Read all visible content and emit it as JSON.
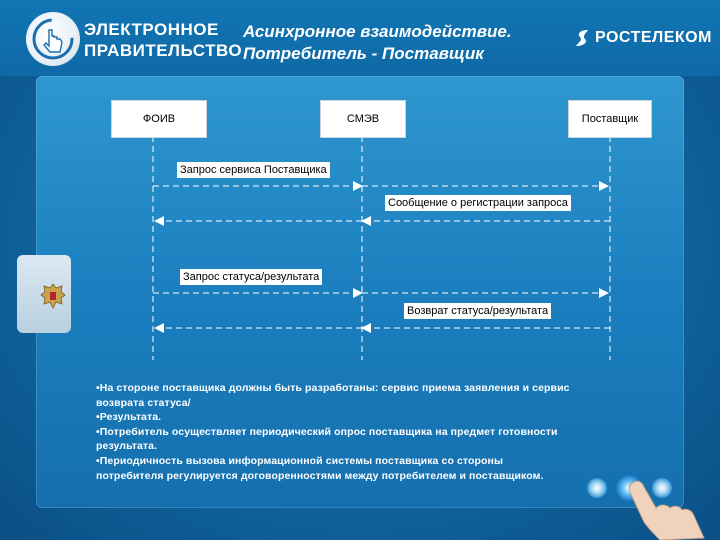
{
  "header": {
    "logo_left": {
      "line1": "ЭЛЕКТРОННОЕ",
      "line2": "ПРАВИТЕЛЬСТВО"
    },
    "title_line1": "Асинхронное взаимодействие.",
    "title_line2": "Потребитель - Поставщик",
    "logo_right": "РОСТЕЛЕКОМ"
  },
  "diagram": {
    "participants": [
      "ФОИВ",
      "СМЭВ",
      "Поставщик"
    ],
    "messages": [
      "Запрос сервиса Поставщика",
      "Сообщение о регистрации запроса",
      "Запрос статуса/результата",
      "Возврат статуса/результата"
    ]
  },
  "notes": [
    "•На стороне поставщика должны быть разработаны: сервис приема заявления и сервис возврата статуса/",
    "•Результата.",
    "•Потребитель осуществляет периодический опрос поставщика на предмет готовности результата.",
    "•Периодичность вызова информационной системы поставщика со стороны потребителя регулируется договоренностями между потребителем и поставщиком."
  ],
  "icons": {
    "logo_left": "e-government-logo",
    "logo_right": "rostelecom-logo",
    "emblem": "coat-of-arms-icon",
    "nav": [
      "nav-dot-icon",
      "nav-dot-icon-active",
      "nav-dot-icon"
    ],
    "hand": "pointing-hand-icon"
  },
  "colors": {
    "accent": "#1a7fc0",
    "panel": "#2b90ca",
    "text": "#ffffff"
  }
}
